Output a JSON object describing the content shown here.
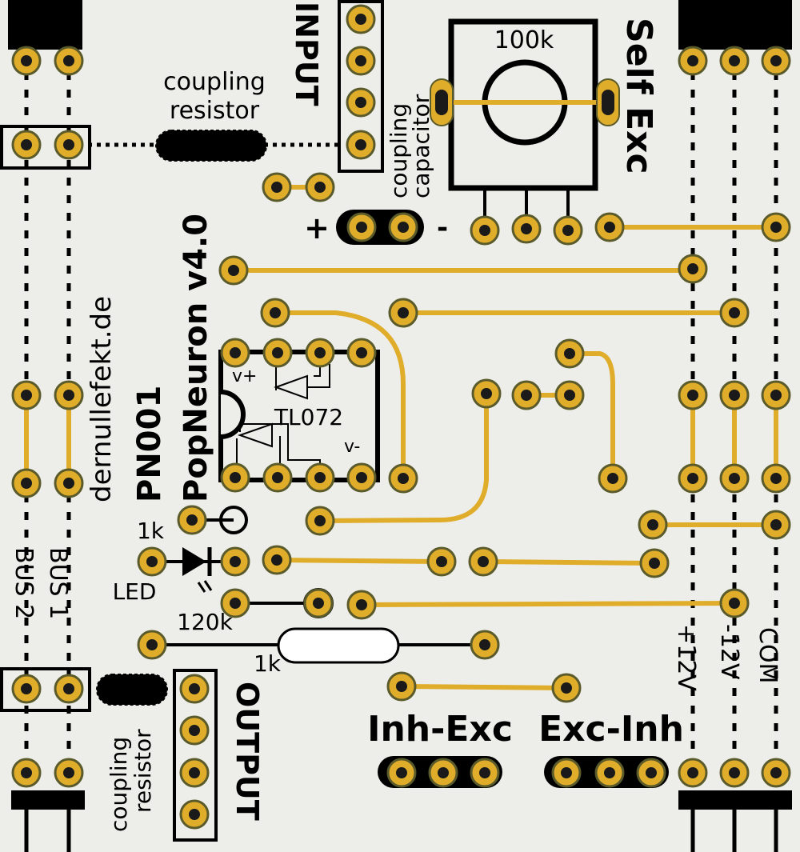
{
  "labels": {
    "input": "INPUT",
    "output": "OUTPUT",
    "self_exc": "Self Exc",
    "pot_value": "100k",
    "coupling_resistor_top_1": "coupling",
    "coupling_resistor_top_2": "resistor",
    "coupling_resistor_bottom_1": "coupling",
    "coupling_resistor_bottom_2": "resistor",
    "coupling_capacitor_1": "coupling",
    "coupling_capacitor_2": "capacitor",
    "cap_plus": "+",
    "cap_minus": "-",
    "website": "dernullefekt.de",
    "part_no": "PN001",
    "board_name": "PopNeuron v4.0",
    "chip": "TL072",
    "v_plus": "v+",
    "v_minus": "v-",
    "r_1k_a": "1k",
    "led": "LED",
    "r_120k": "120k",
    "r_1k_b": "1k",
    "bus1": "BUS 1",
    "bus2": "BUS 2",
    "plus12": "+12V",
    "minus12": "-12V",
    "com": "COM",
    "inh_exc": "Inh-Exc",
    "exc_inh": "Exc-Inh"
  },
  "colors": {
    "background": "#ededea",
    "copper": "#e0ad2b",
    "silkscreen": "#000000"
  }
}
